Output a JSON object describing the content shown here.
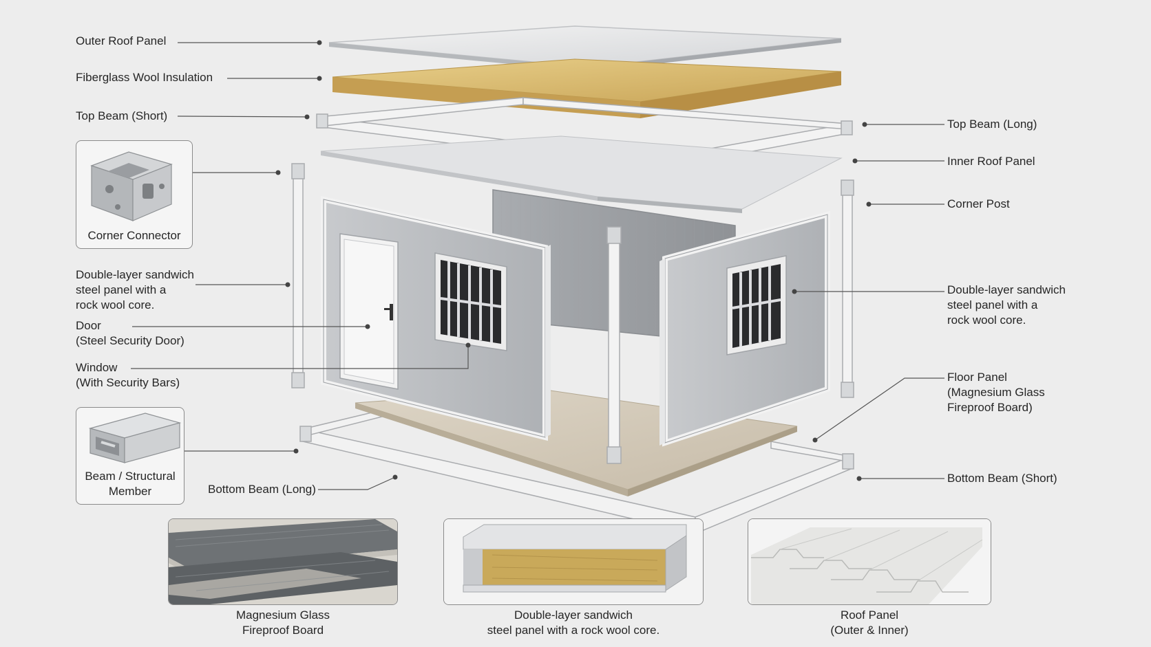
{
  "labels": {
    "outer_roof_panel": "Outer Roof Panel",
    "fiberglass_wool_insulation": "Fiberglass Wool Insulation",
    "top_beam_short": "Top Beam (Short)",
    "top_beam_long": "Top Beam (Long)",
    "inner_roof_panel": "Inner Roof Panel",
    "corner_post": "Corner Post",
    "corner_connector": "Corner Connector",
    "sandwich_left": [
      "Double-layer sandwich",
      "steel panel with a",
      "rock wool core."
    ],
    "sandwich_right": [
      "Double-layer sandwich",
      "steel panel with a",
      "rock wool core."
    ],
    "door": [
      "Door",
      "(Steel Security Door)"
    ],
    "window": [
      "Window",
      "(With Security Bars)"
    ],
    "floor_panel": [
      "Floor Panel",
      "(Magnesium Glass",
      "Fireproof Board)"
    ],
    "beam_structural": [
      "Beam /",
      "Structural Member"
    ],
    "bottom_beam_long": "Bottom Beam (Long)",
    "bottom_beam_short": "Bottom Beam (Short)"
  },
  "bottom_cards": {
    "magnesium": [
      "Magnesium Glass",
      "Fireproof Board"
    ],
    "sandwich": [
      "Double-layer sandwich",
      "steel panel with a rock wool core."
    ],
    "roof": [
      "Roof Panel",
      "(Outer & Inner)"
    ]
  },
  "colors": {
    "background": "#ededed",
    "panel_gray": "#b9bcc0",
    "frame_white": "#f4f4f4",
    "insulation_yellow": "#d8b96a",
    "floor_tan": "#d6cdbd",
    "leader_line": "#555555"
  }
}
